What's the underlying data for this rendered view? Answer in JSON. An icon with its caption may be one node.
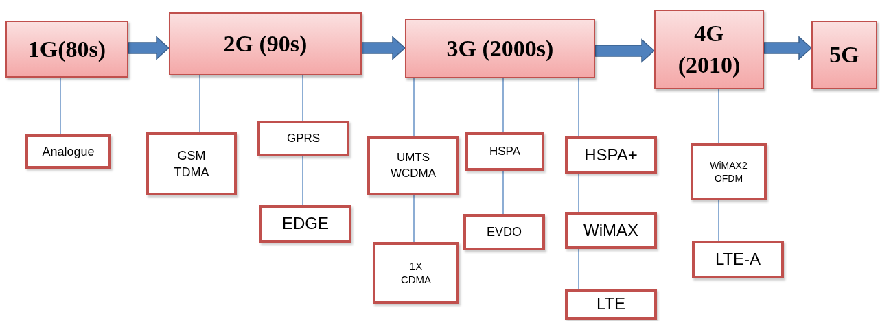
{
  "diagram": {
    "nodes": [
      {
        "text": [
          "1G(80s)"
        ]
      },
      {
        "text": [
          "2G (90s)"
        ]
      },
      {
        "text": [
          "3G (2000s)"
        ]
      },
      {
        "text": [
          "4G (2010)"
        ]
      },
      {
        "text": [
          "5G"
        ]
      },
      {
        "text": [
          "Analogue"
        ]
      },
      {
        "text": [
          "GSM TDMA"
        ]
      },
      {
        "text": [
          "GPRS"
        ]
      },
      {
        "text": [
          "EDGE"
        ]
      },
      {
        "text": [
          "UMTS WCDMA"
        ]
      },
      {
        "text": [
          "HSPA"
        ]
      },
      {
        "text": [
          "HSPA+"
        ]
      },
      {
        "text": [
          "1X CDMA"
        ]
      },
      {
        "text": [
          "EVDO"
        ]
      },
      {
        "text": [
          "WiMAX"
        ]
      },
      {
        "text": [
          "LTE"
        ]
      },
      {
        "text": [
          "WiMAX2 OFDM"
        ]
      },
      {
        "text": [
          "LTE-A"
        ]
      }
    ],
    "edges": [
      {
        "from": 0,
        "to": 1,
        "arrow": "to",
        "style": "thick",
        "color": "#4f81bd"
      },
      {
        "from": 1,
        "to": 2,
        "arrow": "to",
        "style": "thick",
        "color": "#4f81bd"
      },
      {
        "from": 2,
        "to": 3,
        "arrow": "to",
        "style": "thick",
        "color": "#4f81bd"
      },
      {
        "from": 3,
        "to": 4,
        "arrow": "to",
        "style": "thick",
        "color": "#4f81bd"
      },
      {
        "from": 0,
        "to": 5,
        "arrow": "none"
      },
      {
        "from": 1,
        "to": 6,
        "arrow": "none"
      },
      {
        "from": 1,
        "to": 7,
        "arrow": "none"
      },
      {
        "from": 7,
        "to": 8,
        "arrow": "none"
      },
      {
        "from": 2,
        "to": 9,
        "arrow": "none"
      },
      {
        "from": 9,
        "to": 12,
        "arrow": "none"
      },
      {
        "from": 2,
        "to": 10,
        "arrow": "none"
      },
      {
        "from": 10,
        "to": 13,
        "arrow": "none"
      },
      {
        "from": 2,
        "to": 11,
        "arrow": "none"
      },
      {
        "from": 11,
        "to": 14,
        "arrow": "none"
      },
      {
        "from": 14,
        "to": 15,
        "arrow": "none"
      },
      {
        "from": 3,
        "to": 16,
        "arrow": "none"
      },
      {
        "from": 16,
        "to": 17,
        "arrow": "none"
      }
    ]
  }
}
